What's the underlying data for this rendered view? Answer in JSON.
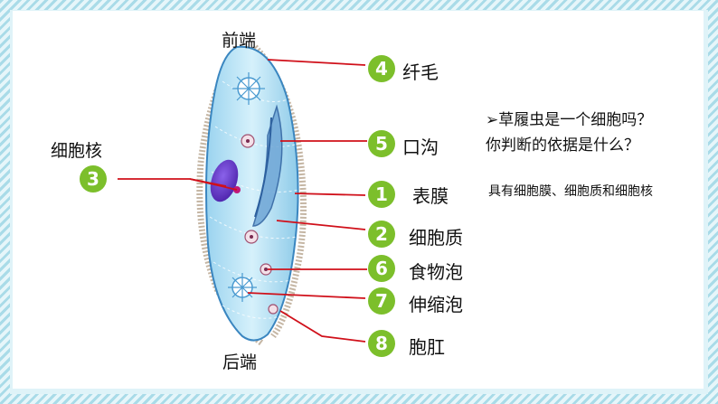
{
  "orientation": {
    "front": "前端",
    "back": "后端"
  },
  "question": {
    "marker": "➢",
    "line1": "草履虫是一个细胞吗？",
    "line2": "你判断的依据是什么？",
    "answer": "具有细胞膜、细胞质和细胞核"
  },
  "parts": [
    {
      "num": "4",
      "label": "纤毛"
    },
    {
      "num": "5",
      "label": "口沟"
    },
    {
      "num": "1",
      "label": "表膜"
    },
    {
      "num": "2",
      "label": "细胞质"
    },
    {
      "num": "6",
      "label": "食物泡"
    },
    {
      "num": "7",
      "label": "伸缩泡"
    },
    {
      "num": "8",
      "label": "胞肛"
    }
  ],
  "nucleus": {
    "num": "3",
    "label": "细胞核"
  },
  "colors": {
    "badge": "#7cbf2b",
    "leader": "#d0101a",
    "cell_fill": "#bfe6f6",
    "cell_edge": "#3a86c0",
    "nucleus": "#5a2fc0",
    "cilia": "#7a5a30",
    "frame": "#a9dbe8"
  }
}
